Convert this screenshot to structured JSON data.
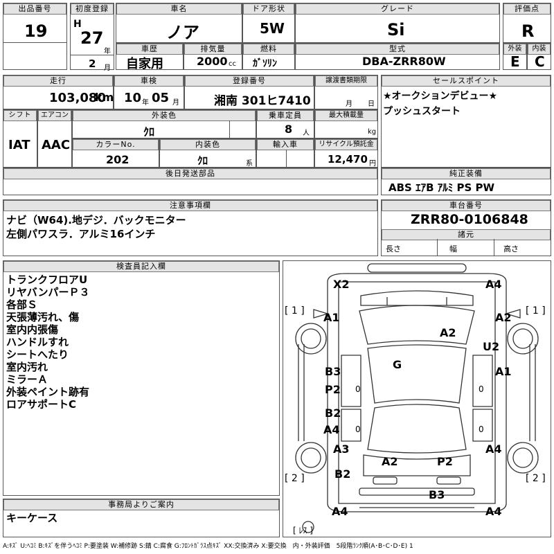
{
  "header": {
    "lot_label": "出品番号",
    "lot_value": "19",
    "first_reg_label": "初度登録",
    "era": "H",
    "year_value": "27",
    "year_unit": "年",
    "month_value": "2",
    "month_unit": "月",
    "car_name_label": "車名",
    "car_name_value": "ノア",
    "door_label": "ドア形状",
    "door_value": "5W",
    "grade_label": "グレード",
    "grade_value": "Si",
    "score_label": "評価点",
    "score_value": "R",
    "history_label": "車歴",
    "history_value": "自家用",
    "displacement_label": "排気量",
    "displacement_value": "2000",
    "displacement_unit": "cc",
    "fuel_label": "燃料",
    "fuel_value": "ｶﾞｿﾘﾝ",
    "model_label": "型式",
    "model_value": "DBA-ZRR80W",
    "exterior_label": "外装",
    "exterior_value": "E",
    "interior_label": "内装",
    "interior_value": "C"
  },
  "details": {
    "mileage_label": "走行",
    "mileage_value": "103,080",
    "mileage_unit": "km",
    "inspection_label": "車検",
    "inspection_year": "10",
    "inspection_year_unit": "年",
    "inspection_month": "05",
    "inspection_month_unit": "月",
    "plate_label": "登録番号",
    "plate_value": "湘南 301ヒ7410",
    "transfer_label": "譲渡書類期限",
    "transfer_month_unit": "月",
    "transfer_day_unit": "日",
    "shift_label": "シフト",
    "shift_value": "IAT",
    "aircon_label": "エアコン",
    "aircon_value": "AAC",
    "ext_color_label": "外装色",
    "ext_color_value": "ｸﾛ",
    "capacity_label": "乗車定員",
    "capacity_value": "8",
    "capacity_unit": "人",
    "max_load_label": "最大積載量",
    "max_load_unit": "kg",
    "color_no_label": "カラーNo.",
    "color_no_value": "202",
    "int_color_label": "内装色",
    "int_color_value": "ｸﾛ",
    "int_color_unit": "系",
    "import_label": "輸入車",
    "recycle_label": "リサイクル預託金",
    "recycle_value": "12,470",
    "recycle_unit": "円",
    "later_parts_label": "後日発送部品"
  },
  "sales_point": {
    "label": "セールスポイント",
    "lines": [
      "★オークションデビュー★",
      "プッシュスタート"
    ]
  },
  "equipment": {
    "label": "純正装備",
    "value": "ABS ｴｱB ｱﾙﾐ PS PW"
  },
  "notes": {
    "label": "注意事項欄",
    "lines": [
      "ナビ（W64).地デジ．バックモニター",
      "左側パワスラ．アルミ16インチ"
    ]
  },
  "chassis": {
    "label": "車台番号",
    "value": "ZRR80-0106848",
    "specs_label": "諸元",
    "length_label": "長さ",
    "width_label": "幅",
    "height_label": "高さ"
  },
  "inspector": {
    "label": "検査員記入欄",
    "lines": [
      "トランクフロアU",
      "リヤバンパーＰ３",
      "各部Ｓ",
      "天張薄汚れ、傷",
      "室内内張傷",
      "ハンドルすれ",
      "シートへたり",
      "室内汚れ",
      "ミラーＡ",
      "外装ペイント跡有",
      "ロアサポートC"
    ]
  },
  "office": {
    "label": "事務局よりご案内",
    "value": "キーケース"
  },
  "diagram": {
    "marks": [
      "X2",
      "A4",
      "A1",
      "A2",
      "A2",
      "U2",
      "G",
      "B3",
      "A1",
      "P2",
      "B2",
      "A4",
      "A3",
      "A4",
      "A2",
      "P2",
      "B2",
      "B3",
      "A4",
      "A4"
    ],
    "zero_marks": [
      "0",
      "0",
      "0",
      "0"
    ],
    "wheel_tags": [
      "[ 1 ]",
      "[ 1 ]",
      "[ 2 ]",
      "[ 2 ]"
    ],
    "spare_tag": "[ ﾚｽ ]"
  },
  "legend": "A:ｷｽﾞ U:ﾍｺﾐ B:ｷｽﾞを伴うﾍｺﾐ P:要塗装 W:補修跡 S:錆 C:腐食 G:ﾌﾛﾝﾄｶﾞﾗｽ点ｷｽﾞ XX:交換済み X:要交換　内・外装評価　5段階ﾗﾝｸ順(A･B･C･D･E) 1"
}
